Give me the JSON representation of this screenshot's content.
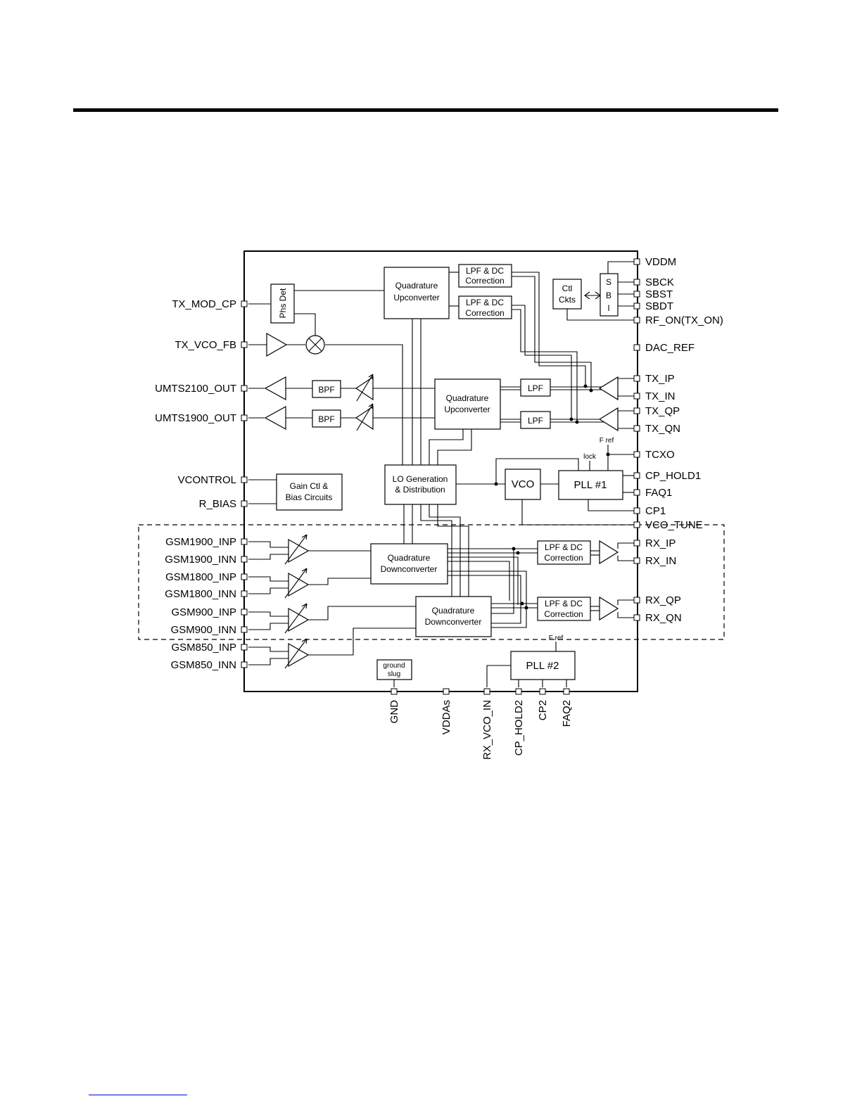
{
  "pins": {
    "left": [
      "TX_MOD_CP",
      "TX_VCO_FB",
      "UMTS2100_OUT",
      "UMTS1900_OUT",
      "VCONTROL",
      "R_BIAS",
      "GSM1900_INP",
      "GSM1900_INN",
      "GSM1800_INP",
      "GSM1800_INN",
      "GSM900_INP",
      "GSM900_INN",
      "GSM850_INP",
      "GSM850_INN"
    ],
    "right": [
      "VDDM",
      "SBCK",
      "SBST",
      "SBDT",
      "RF_ON(TX_ON)",
      "DAC_REF",
      "TX_IP",
      "TX_IN",
      "TX_QP",
      "TX_QN",
      "TCXO",
      "CP_HOLD1",
      "FAQ1",
      "CP1",
      "VCO_TUNE",
      "RX_IP",
      "RX_IN",
      "RX_QP",
      "RX_QN"
    ],
    "bottom": [
      "GND",
      "VDDAs",
      "RX_VCO_IN",
      "CP_HOLD2",
      "CP2",
      "FAQ2"
    ]
  },
  "blocks": {
    "quad_up_top": [
      "Quadrature",
      "Upconverter"
    ],
    "lpf_dc_1": [
      "LPF & DC",
      "Correction"
    ],
    "lpf_dc_2": [
      "LPF & DC",
      "Correction"
    ],
    "phs_det": "Phs Det",
    "ctl_ckts": [
      "Ctl",
      "Ckts"
    ],
    "sbi": [
      "S",
      "B",
      "I"
    ],
    "bpf_1": "BPF",
    "bpf_2": "BPF",
    "quad_up_mid": [
      "Quadrature",
      "Upconverter"
    ],
    "lpf_1": "LPF",
    "lpf_2": "LPF",
    "gain_ctl": [
      "Gain Ctl &",
      "Bias Circuits"
    ],
    "lo_gen": [
      "LO Generation",
      "& Distribution"
    ],
    "vco": "VCO",
    "pll1": "PLL #1",
    "lock": "lock",
    "fref_1": "F ref",
    "quad_down_1": [
      "Quadrature",
      "Downconverter"
    ],
    "quad_down_2": [
      "Quadrature",
      "Downconverter"
    ],
    "lpf_dc_rx1": [
      "LPF & DC",
      "Correction"
    ],
    "lpf_dc_rx2": [
      "LPF & DC",
      "Correction"
    ],
    "ground_slug": [
      "ground",
      "slug"
    ],
    "pll2": "PLL #2",
    "fref_2": "F ref"
  }
}
